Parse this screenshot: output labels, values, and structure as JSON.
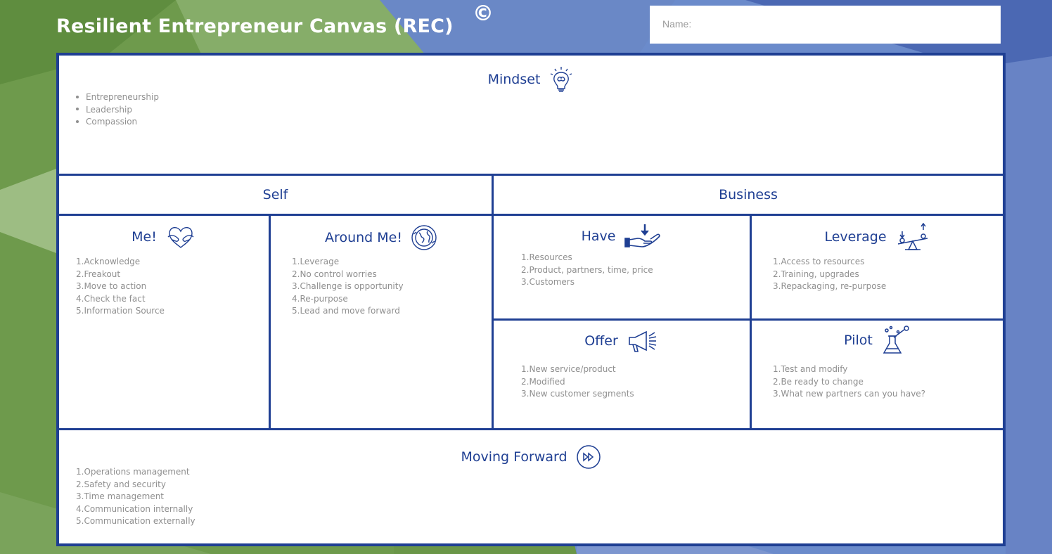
{
  "header": {
    "title": "Resilient Entrepreneur Canvas (REC)",
    "copyright_symbol": "©",
    "name_placeholder": "Name:"
  },
  "colors": {
    "frame_blue": "#1f3f93",
    "background_green": "#6f9b4f",
    "background_blue": "#5b7fc7",
    "muted_text": "#8f8f8f"
  },
  "mindset": {
    "title": "Mindset",
    "icon": "lightbulb-brain-icon",
    "items": [
      "Entrepreneurship",
      "Leadership",
      "Compassion"
    ]
  },
  "self": {
    "title": "Self"
  },
  "business": {
    "title": "Business"
  },
  "me": {
    "title": "Me!",
    "icon": "heart-hands-icon",
    "items": [
      "1.Acknowledge",
      "2.Freakout",
      "3.Move to action",
      "4.Check the fact",
      "5.Information Source"
    ]
  },
  "around_me": {
    "title": "Around Me!",
    "icon": "globe-icon",
    "items": [
      "1.Leverage",
      "2.No control worries",
      "3.Challenge is opportunity",
      "4.Re-purpose",
      "5.Lead and move forward"
    ]
  },
  "have": {
    "title": "Have",
    "icon": "hand-receive-icon",
    "items": [
      "1.Resources",
      "2.Product, partners, time, price",
      "3.Customers"
    ]
  },
  "leverage": {
    "title": "Leverage",
    "icon": "seesaw-icon",
    "items": [
      "1.Access to resources",
      "2.Training, upgrades",
      "3.Repackaging, re-purpose"
    ]
  },
  "offer": {
    "title": "Offer",
    "icon": "megaphone-icon",
    "items": [
      "1.New service/product",
      "2.Modified",
      "3.New customer segments"
    ]
  },
  "pilot": {
    "title": "Pilot",
    "icon": "flask-icon",
    "items": [
      "1.Test and modify",
      "2.Be ready to change",
      "3.What new partners can you have?"
    ]
  },
  "moving_forward": {
    "title": "Moving Forward",
    "icon": "fast-forward-icon",
    "items": [
      "1.Operations management",
      "2.Safety and security",
      "3.Time management",
      "4.Communication internally",
      "5.Communication externally"
    ]
  }
}
